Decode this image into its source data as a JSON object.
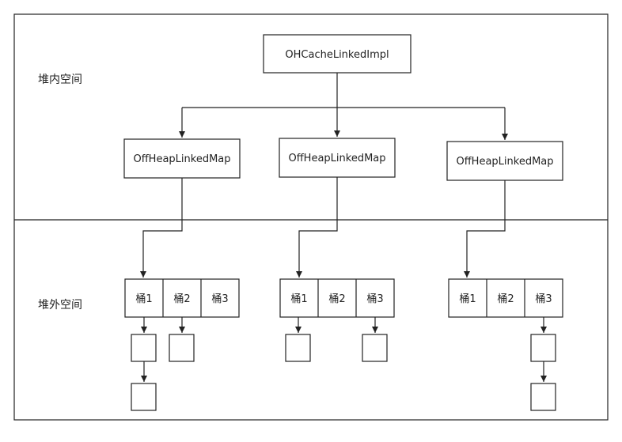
{
  "regions": {
    "heap_label": "堆内空间",
    "offheap_label": "堆外空间"
  },
  "root": {
    "label": "OHCacheLinkedImpl"
  },
  "maps": [
    {
      "label": "OffHeapLinkedMap"
    },
    {
      "label": "OffHeapLinkedMap"
    },
    {
      "label": "OffHeapLinkedMap"
    }
  ],
  "segments": [
    {
      "buckets": [
        {
          "label": "桶1",
          "nodes": 2
        },
        {
          "label": "桶2",
          "nodes": 1
        },
        {
          "label": "桶3",
          "nodes": 0
        }
      ]
    },
    {
      "buckets": [
        {
          "label": "桶1",
          "nodes": 1
        },
        {
          "label": "桶2",
          "nodes": 0
        },
        {
          "label": "桶3",
          "nodes": 1
        }
      ]
    },
    {
      "buckets": [
        {
          "label": "桶1",
          "nodes": 0
        },
        {
          "label": "桶2",
          "nodes": 0
        },
        {
          "label": "桶3",
          "nodes": 2
        }
      ]
    }
  ],
  "colors": {
    "stroke": "#222222",
    "background": "#ffffff"
  }
}
